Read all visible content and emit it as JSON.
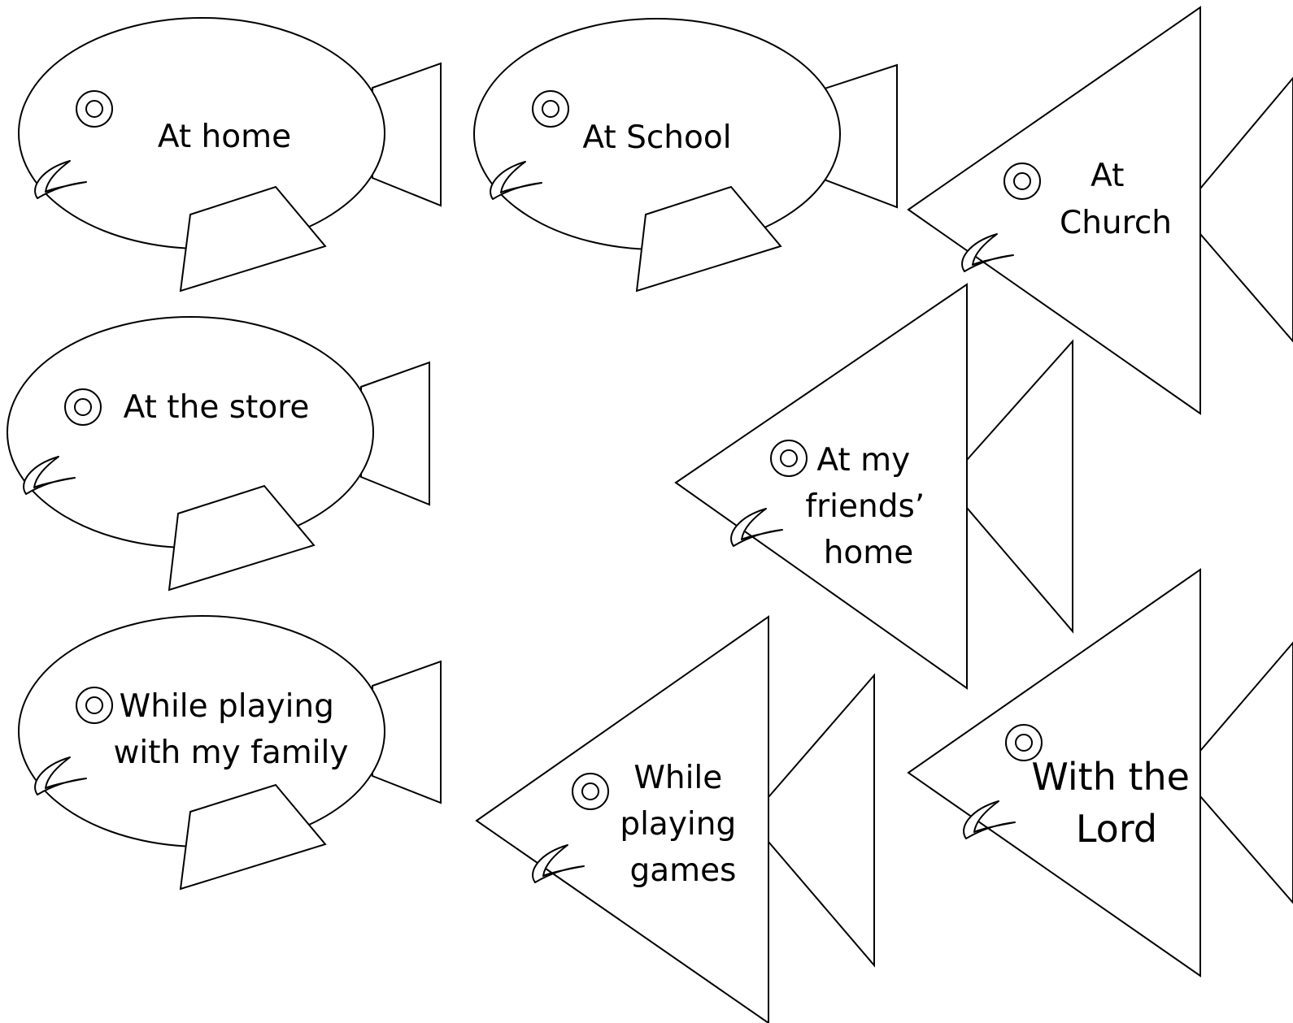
{
  "fish": [
    {
      "id": "at-home",
      "lines": [
        "At home"
      ]
    },
    {
      "id": "at-school",
      "lines": [
        "At School"
      ]
    },
    {
      "id": "at-church",
      "lines": [
        "At",
        "Church"
      ]
    },
    {
      "id": "at-the-store",
      "lines": [
        "At the store"
      ]
    },
    {
      "id": "at-my-friends-home",
      "lines": [
        "At my",
        "friends’",
        "home"
      ]
    },
    {
      "id": "while-playing-with-my-family",
      "lines": [
        "While playing",
        "with my family"
      ]
    },
    {
      "id": "while-playing-games",
      "lines": [
        "While",
        "playing",
        "games"
      ]
    },
    {
      "id": "with-the-lord",
      "lines": [
        "With the",
        "Lord"
      ]
    }
  ]
}
